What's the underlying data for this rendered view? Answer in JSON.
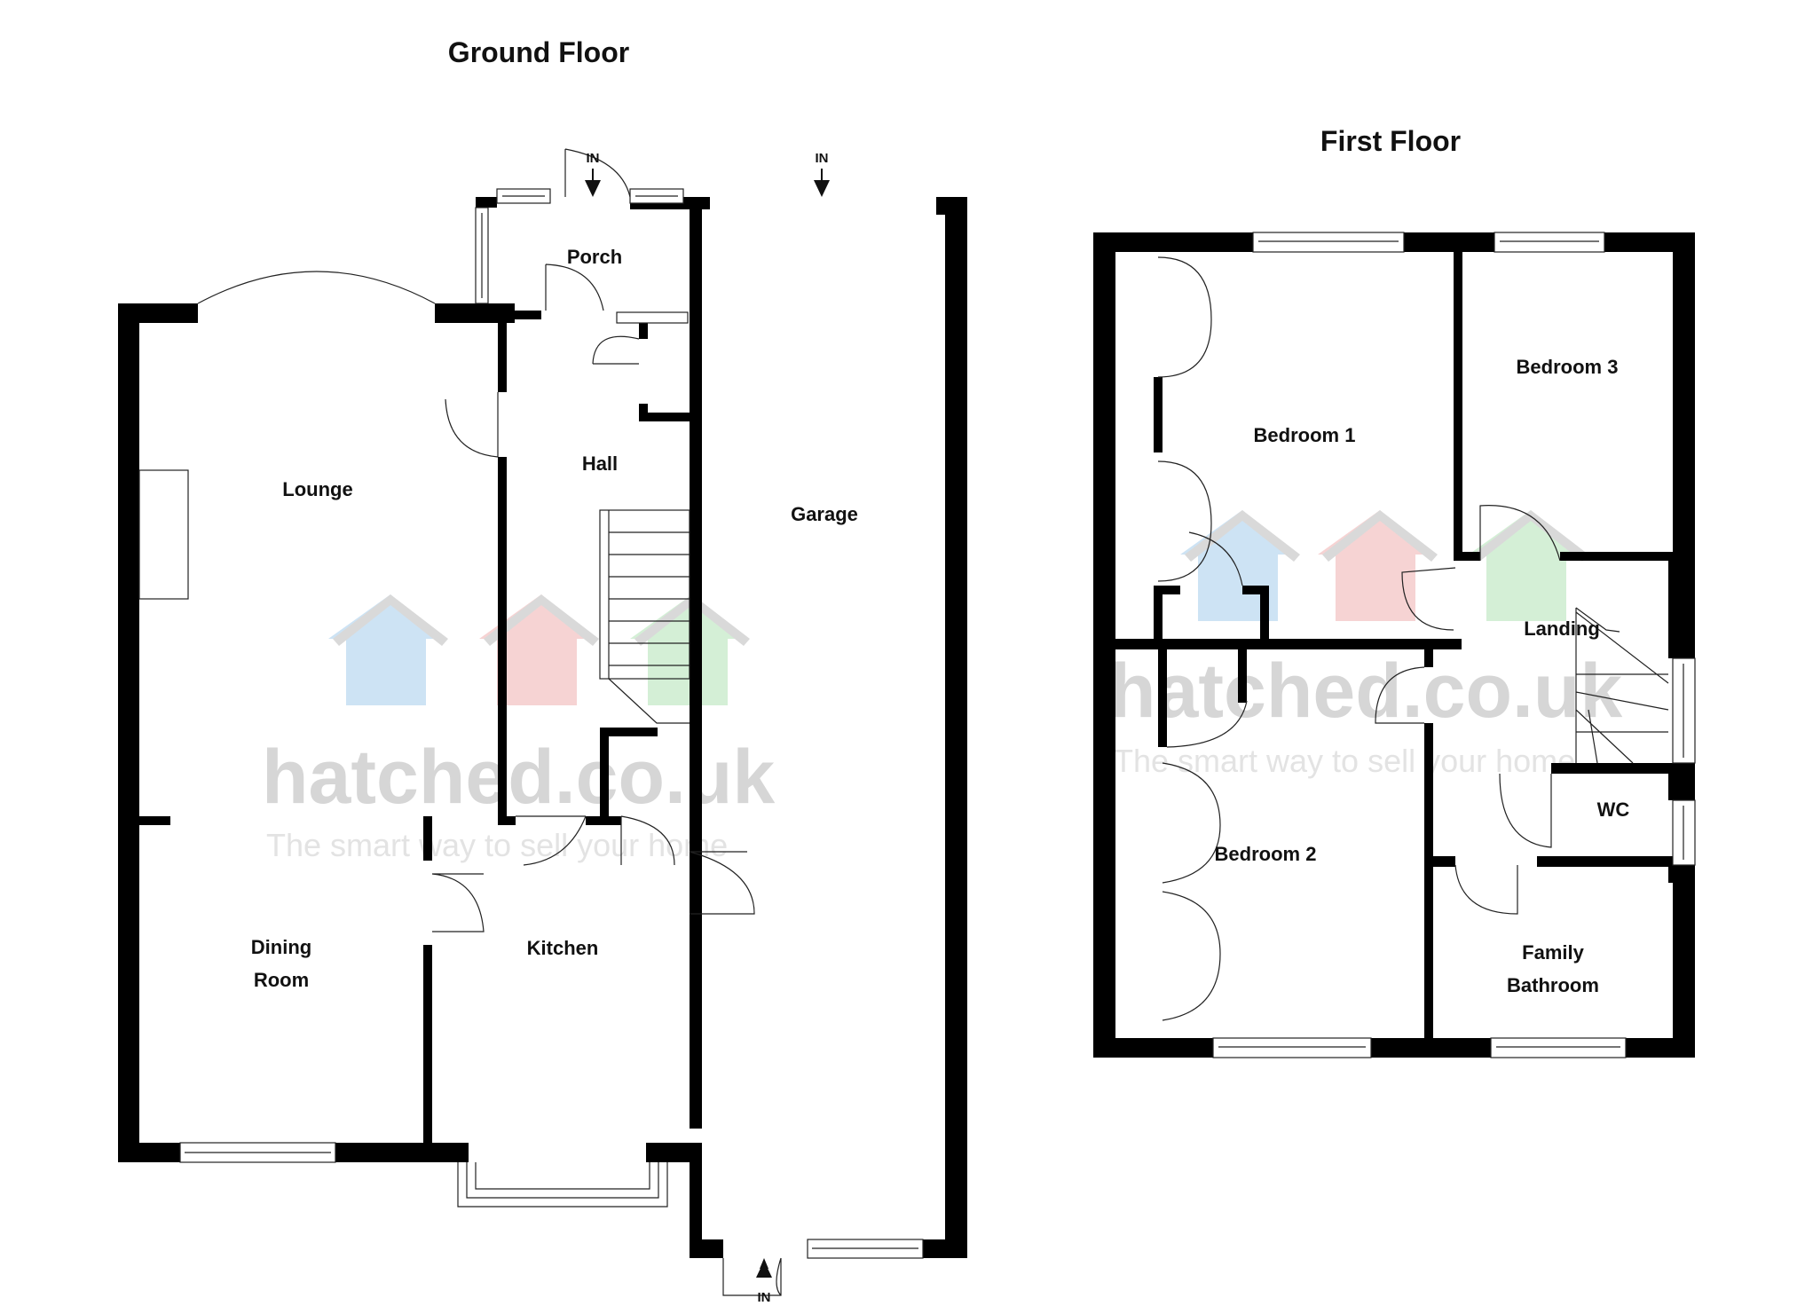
{
  "titles": {
    "ground_floor": "Ground Floor",
    "first_floor": "First Floor"
  },
  "rooms": {
    "porch": "Porch",
    "hall": "Hall",
    "lounge": "Lounge",
    "garage": "Garage",
    "dining_room_line1": "Dining",
    "dining_room_line2": "Room",
    "kitchen": "Kitchen",
    "bedroom_1": "Bedroom 1",
    "bedroom_2": "Bedroom 2",
    "bedroom_3": "Bedroom 3",
    "landing": "Landing",
    "wc": "WC",
    "family_bathroom_line1": "Family",
    "family_bathroom_line2": "Bathroom"
  },
  "entrances": {
    "porch_in": "IN",
    "garage_front_in": "IN",
    "garage_rear_in": "IN"
  },
  "watermark": {
    "brand": "hatched.co.uk",
    "tagline": "The smart way to sell your home",
    "colors": [
      "#cde3f4",
      "#f6d3d3",
      "#d4efd6",
      "#d9d9d9"
    ]
  }
}
